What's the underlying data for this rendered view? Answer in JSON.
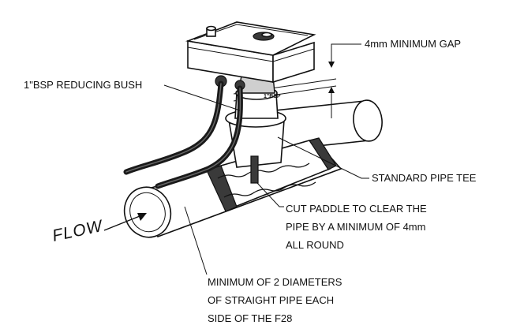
{
  "labels": {
    "min_gap": "4mm MINIMUM GAP",
    "bush": "1\"BSP REDUCING BUSH",
    "tee": "STANDARD PIPE TEE",
    "paddle": [
      "CUT PADDLE TO CLEAR THE",
      "PIPE BY A MINIMUM OF 4mm",
      "ALL ROUND"
    ],
    "diameters": [
      "MINIMUM OF 2 DIAMETERS",
      "OF STRAIGHT PIPE EACH",
      "SIDE OF THE F28"
    ],
    "flow": "FLOW",
    "bush_marking": "1\"BSP"
  }
}
